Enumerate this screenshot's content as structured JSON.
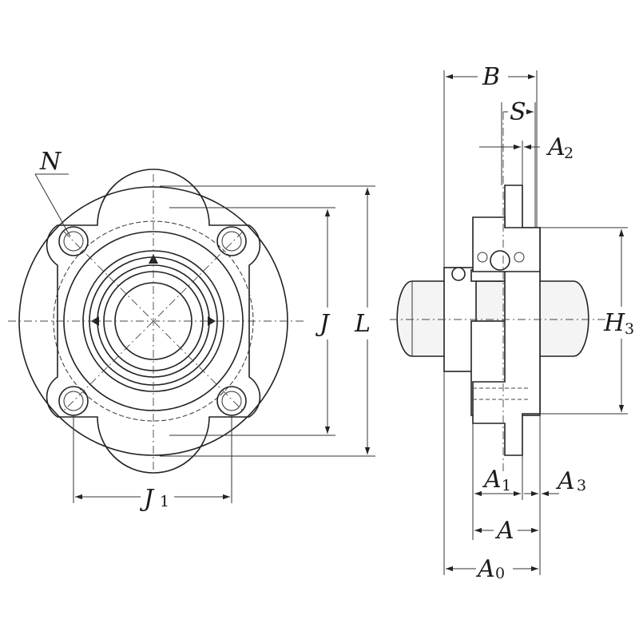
{
  "labels": {
    "N": "N",
    "J": "J",
    "L": "L",
    "J1": {
      "main": "J",
      "sub": "1"
    },
    "B": "B",
    "S": "S",
    "A2": {
      "main": "A",
      "sub": "2"
    },
    "H3": {
      "main": "H",
      "sub": "3"
    },
    "A1": {
      "main": "A",
      "sub": "1"
    },
    "A3": {
      "main": "A",
      "sub": "3"
    },
    "A": "A",
    "A0": {
      "main": "A",
      "sub": "0"
    }
  }
}
